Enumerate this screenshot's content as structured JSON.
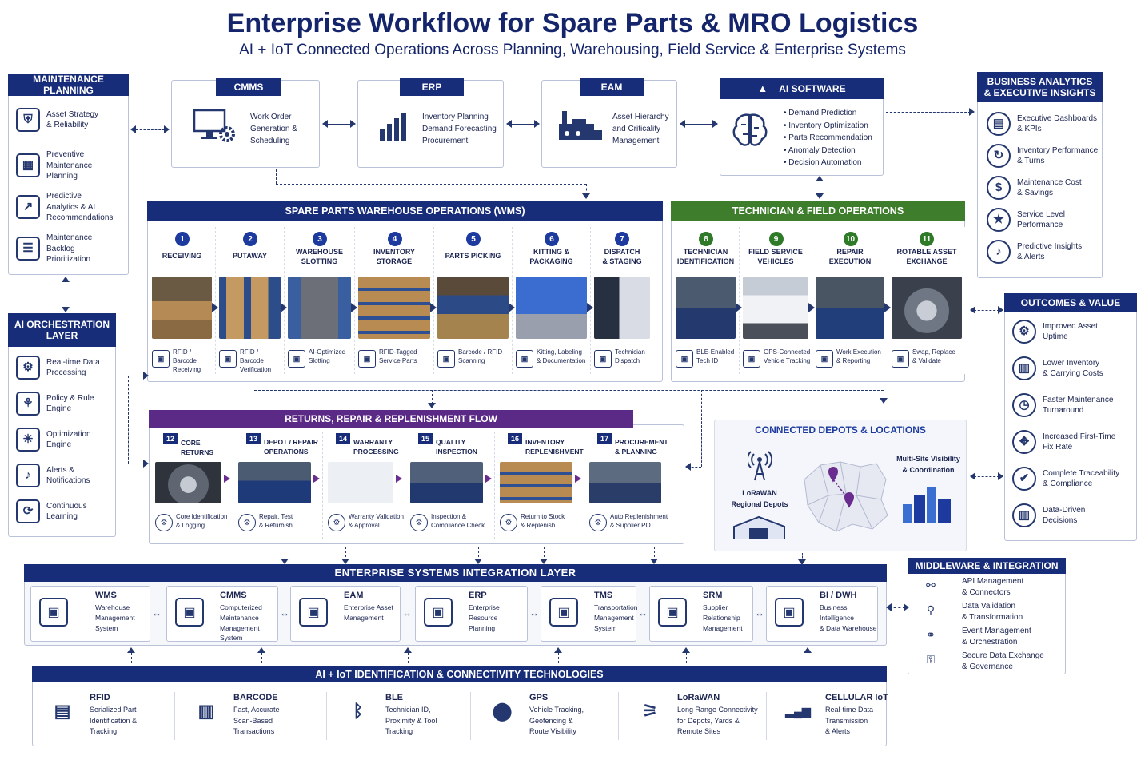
{
  "title": "Enterprise Workflow for Spare Parts & MRO Logistics",
  "subtitle": "AI + IoT Connected Operations Across Planning, Warehousing, Field Service & Enterprise Systems",
  "maintenance": {
    "header": "MAINTENANCE PLANNING",
    "items": [
      {
        "label": "Asset Strategy\n& Reliability",
        "icon": "shield-gear-icon"
      },
      {
        "label": "Preventive\nMaintenance\nPlanning",
        "icon": "calendar-icon"
      },
      {
        "label": "Predictive\nAnalytics & AI\nRecommendations",
        "icon": "line-chart-icon"
      },
      {
        "label": "Maintenance\nBacklog\nPrioritization",
        "icon": "clipboard-icon"
      }
    ]
  },
  "ai_layer": {
    "header": "AI ORCHESTRATION\nLAYER",
    "items": [
      {
        "label": "Real-time Data\nProcessing",
        "icon": "gear-icon"
      },
      {
        "label": "Policy & Rule\nEngine",
        "icon": "network-icon"
      },
      {
        "label": "Optimization\nEngine",
        "icon": "burst-icon"
      },
      {
        "label": "Alerts &\nNotifications",
        "icon": "bell-icon"
      },
      {
        "label": "Continuous\nLearning",
        "icon": "learning-icon"
      }
    ]
  },
  "cmms": {
    "header": "CMMS",
    "text": "Work Order\nGeneration &\nScheduling"
  },
  "erp": {
    "header": "ERP",
    "text": "Inventory Planning\nDemand Forecasting\nProcurement"
  },
  "eam": {
    "header": "EAM",
    "text": "Asset Hierarchy\nand Criticality\nManagement"
  },
  "ai_software": {
    "header": "AI SOFTWARE",
    "bullets": [
      "Demand Prediction",
      "Inventory Optimization",
      "Parts Recommendation",
      "Anomaly Detection",
      "Decision Automation"
    ]
  },
  "bi": {
    "header": "BUSINESS ANALYTICS\n& EXECUTIVE INSIGHTS",
    "items": [
      {
        "label": "Executive Dashboards\n& KPIs",
        "icon": "dashboard-icon"
      },
      {
        "label": "Inventory Performance\n& Turns",
        "icon": "refresh-icon"
      },
      {
        "label": "Maintenance Cost\n& Savings",
        "icon": "dollar-icon"
      },
      {
        "label": "Service Level\nPerformance",
        "icon": "rating-icon"
      },
      {
        "label": "Predictive Insights\n& Alerts",
        "icon": "bell-icon"
      }
    ]
  },
  "wms_band": {
    "header": "SPARE PARTS WAREHOUSE OPERATIONS (WMS)",
    "stages": [
      {
        "num": "1",
        "name": "RECEIVING",
        "caption": "RFID / Barcode\nReceiving"
      },
      {
        "num": "2",
        "name": "PUTAWAY",
        "caption": "RFID / Barcode\nVerification"
      },
      {
        "num": "3",
        "name": "WAREHOUSE\nSLOTTING",
        "caption": "AI-Optimized\nSlotting"
      },
      {
        "num": "4",
        "name": "INVENTORY\nSTORAGE",
        "caption": "RFID-Tagged\nService Parts"
      },
      {
        "num": "5",
        "name": "PARTS PICKING",
        "caption": "Barcode / RFID\nScanning"
      },
      {
        "num": "6",
        "name": "KITTING &\nPACKAGING",
        "caption": "Kitting, Labeling\n& Documentation"
      },
      {
        "num": "7",
        "name": "DISPATCH\n& STAGING",
        "caption": "Technician\nDispatch"
      }
    ]
  },
  "field_band": {
    "header": "TECHNICIAN & FIELD OPERATIONS",
    "stages": [
      {
        "num": "8",
        "name": "TECHNICIAN\nIDENTIFICATION",
        "caption": "BLE-Enabled\nTech ID"
      },
      {
        "num": "9",
        "name": "FIELD SERVICE\nVEHICLES",
        "caption": "GPS-Connected\nVehicle Tracking"
      },
      {
        "num": "10",
        "name": "REPAIR\nEXECUTION",
        "caption": "Work Execution\n& Reporting"
      },
      {
        "num": "11",
        "name": "ROTABLE ASSET\nEXCHANGE",
        "caption": "Swap, Replace\n& Validate"
      }
    ]
  },
  "returns_band": {
    "header": "RETURNS, REPAIR & REPLENISHMENT FLOW",
    "stages": [
      {
        "num": "12",
        "name": "CORE RETURNS",
        "caption": "Core Identification\n& Logging"
      },
      {
        "num": "13",
        "name": "DEPOT / REPAIR\nOPERATIONS",
        "caption": "Repair, Test\n& Refurbish"
      },
      {
        "num": "14",
        "name": "WARRANTY\nPROCESSING",
        "caption": "Warranty Validation\n& Approval"
      },
      {
        "num": "15",
        "name": "QUALITY\nINSPECTION",
        "caption": "Inspection &\nCompliance Check"
      },
      {
        "num": "16",
        "name": "INVENTORY\nREPLENISHMENT",
        "caption": "Return to Stock\n& Replenish"
      },
      {
        "num": "17",
        "name": "PROCUREMENT\n& PLANNING",
        "caption": "Auto Replenishment\n& Supplier PO"
      }
    ]
  },
  "depots": {
    "header": "CONNECTED DEPOTS & LOCATIONS",
    "left": "LoRaWAN\nRegional Depots",
    "right": "Multi-Site Visibility\n& Coordination"
  },
  "outcomes": {
    "header": "OUTCOMES & VALUE",
    "items": [
      {
        "label": "Improved Asset\nUptime",
        "icon": "gear-icon"
      },
      {
        "label": "Lower Inventory\n& Carrying Costs",
        "icon": "bar-chart-icon"
      },
      {
        "label": "Faster Maintenance\nTurnaround",
        "icon": "clock-icon"
      },
      {
        "label": "Increased First-Time\nFix Rate",
        "icon": "puzzle-icon"
      },
      {
        "label": "Complete Traceability\n& Compliance",
        "icon": "shield-check-icon"
      },
      {
        "label": "Data-Driven\nDecisions",
        "icon": "bar-chart-icon"
      }
    ]
  },
  "integration": {
    "header": "ENTERPRISE SYSTEMS INTEGRATION LAYER",
    "systems": [
      {
        "name": "WMS",
        "desc": "Warehouse\nManagement\nSystem"
      },
      {
        "name": "CMMS",
        "desc": "Computerized\nMaintenance\nManagement\nSystem"
      },
      {
        "name": "EAM",
        "desc": "Enterprise Asset\nManagement"
      },
      {
        "name": "ERP",
        "desc": "Enterprise Resource\nPlanning"
      },
      {
        "name": "TMS",
        "desc": "Transportation\nManagement\nSystem"
      },
      {
        "name": "SRM",
        "desc": "Supplier Relationship\nManagement"
      },
      {
        "name": "BI / DWH",
        "desc": "Business Intelligence\n& Data Warehouse"
      }
    ]
  },
  "middleware": {
    "header": "MIDDLEWARE & INTEGRATION",
    "items": [
      {
        "label": "API Management\n& Connectors"
      },
      {
        "label": "Data Validation\n& Transformation"
      },
      {
        "label": "Event Management\n& Orchestration"
      },
      {
        "label": "Secure Data Exchange\n& Governance"
      }
    ]
  },
  "tech": {
    "header": "AI + IoT IDENTIFICATION & CONNECTIVITY TECHNOLOGIES",
    "items": [
      {
        "name": "RFID",
        "desc": "Serialized Part\nIdentification &\nTracking"
      },
      {
        "name": "BARCODE",
        "desc": "Fast, Accurate\nScan-Based\nTransactions"
      },
      {
        "name": "BLE",
        "desc": "Technician ID,\nProximity & Tool\nTracking"
      },
      {
        "name": "GPS",
        "desc": "Vehicle Tracking,\nGeofencing &\nRoute Visibility"
      },
      {
        "name": "LoRaWAN",
        "desc": "Long Range Connectivity\nfor Depots, Yards &\nRemote Sites"
      },
      {
        "name": "CELLULAR IoT",
        "desc": "Real-time Data\nTransmission\n& Alerts"
      }
    ]
  },
  "colors": {
    "navy": "#182d7a",
    "green": "#3d7d2c",
    "purple": "#5b2a86",
    "accent": "#1d3a9e"
  }
}
